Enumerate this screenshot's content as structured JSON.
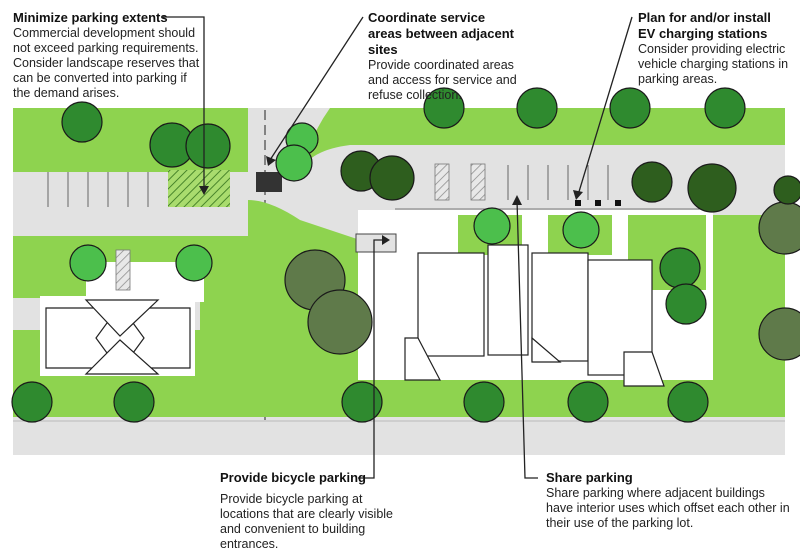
{
  "callouts": {
    "minimize": {
      "title": "Minimize parking extents",
      "body": "Commercial development should not exceed parking requirements. Consider landscape reserves that can be converted into parking if the demand arises."
    },
    "coordinate": {
      "title": "Coordinate service areas between adjacent sites",
      "body": "Provide coordinated areas and access for service and refuse collection."
    },
    "ev": {
      "title": "Plan for and/or install EV charging stations",
      "body": "Consider providing electric vehicle charging stations in parking areas."
    },
    "bicycle": {
      "title": "Provide bicycle parking",
      "body": "Provide bicycle parking at locations that are clearly visible and convenient to building entrances."
    },
    "share": {
      "title": "Share parking",
      "body": "Share parking where adjacent buildings have interior uses which offset each other in their use of the parking lot."
    }
  },
  "colors": {
    "lawn": "#8ed34f",
    "pavement": "#e2e2e2",
    "tree_light": "#4cbf4c",
    "tree_mid": "#2f8a2f",
    "tree_dark": "#2e5e1e",
    "tree_olive": "#5f7a4a",
    "outline": "#222222"
  }
}
